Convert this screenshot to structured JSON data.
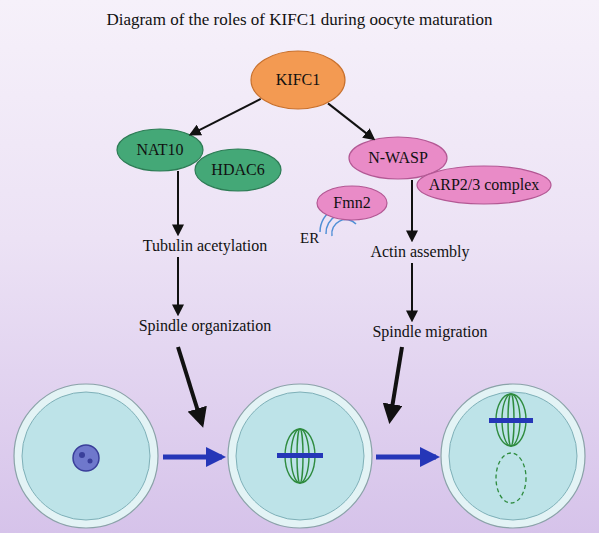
{
  "diagram": {
    "title": "Diagram of the roles of KIFC1 during oocyte maturation",
    "nodes": [
      {
        "text": [
          "KIFC1"
        ]
      },
      {
        "text": [
          "NAT10"
        ]
      },
      {
        "text": [
          "HDAC6"
        ]
      },
      {
        "text": [
          "N-WASP"
        ]
      },
      {
        "text": [
          "ARP2/3 complex"
        ]
      },
      {
        "text": [
          "Fmn2"
        ]
      },
      {
        "text": [
          "Tubulin acetylation"
        ]
      },
      {
        "text": [
          "Spindle organization"
        ]
      },
      {
        "text": [
          "Actin assembly"
        ]
      },
      {
        "text": [
          "Spindle migration"
        ]
      }
    ],
    "edges": [
      {
        "from": 0,
        "to": 1,
        "arrow": "to"
      },
      {
        "from": 0,
        "to": 3,
        "arrow": "to"
      },
      {
        "from": 1,
        "to": 6,
        "arrow": "to"
      },
      {
        "from": 6,
        "to": 7,
        "arrow": "to"
      },
      {
        "from": 3,
        "to": 8,
        "arrow": "to"
      },
      {
        "from": 8,
        "to": 9,
        "arrow": "to"
      }
    ],
    "labels": [
      "ER"
    ]
  }
}
